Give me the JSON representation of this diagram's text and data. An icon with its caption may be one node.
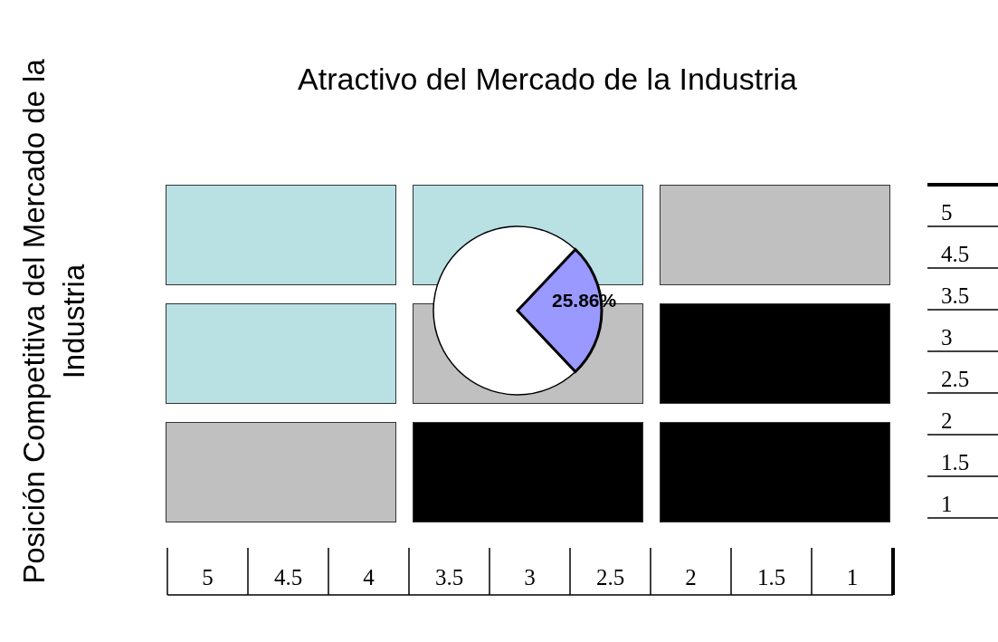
{
  "diagram": {
    "labels": [
      "Posición Competitiva del Mercado de la Industria",
      "Atractivo del Mercado de la Industria",
      "5",
      "4.5",
      "3.5",
      "3",
      "2.5",
      "2",
      "1.5",
      "1",
      "5",
      "4.5",
      "4",
      "3.5",
      "3",
      "2.5",
      "2",
      "1.5",
      "1"
    ],
    "chart_data": {
      "type": "pie",
      "categories": [
        null,
        null
      ],
      "series": [
        {
          "values": [
            25.86,
            74.14
          ]
        }
      ],
      "value_labels": [
        "25.86%",
        null
      ]
    }
  }
}
